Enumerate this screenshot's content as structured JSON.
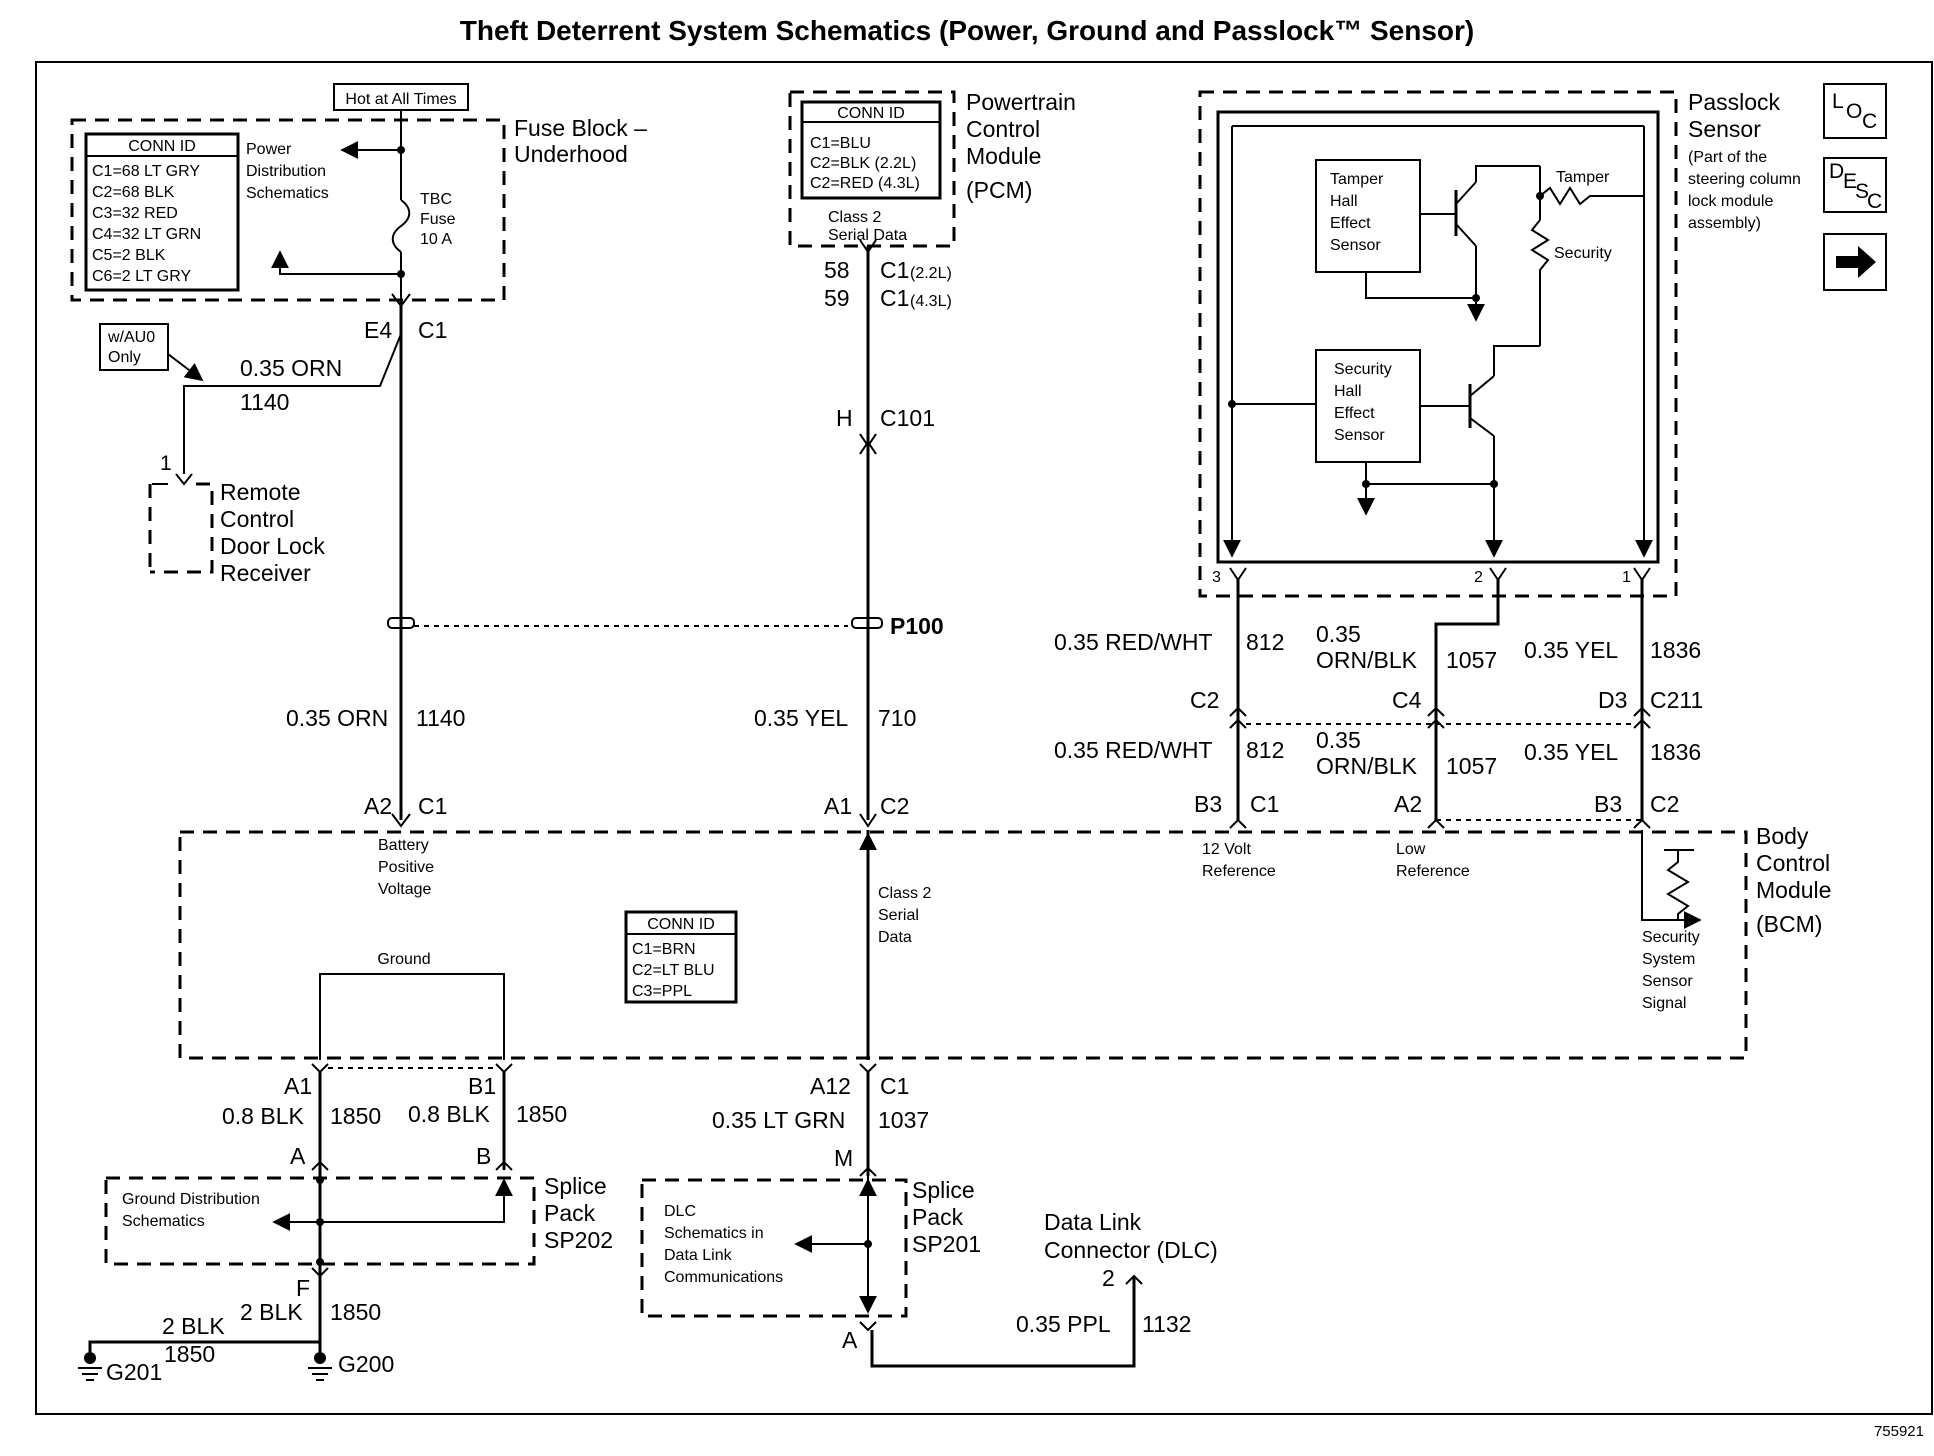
{
  "title": "Theft Deterrent System Schematics (Power, Ground and Passlock™ Sensor)",
  "figure_number": "755921",
  "nav": {
    "loc": "LOC",
    "desc": "DESC"
  },
  "fuse_block": {
    "hot_label": "Hot at All Times",
    "name_line1": "Fuse Block –",
    "name_line2": "Underhood",
    "conn_title": "CONN ID",
    "conn": [
      "C1=68 LT GRY",
      "C2=68 BLK",
      "C3=32 RED",
      "C4=32 LT GRN",
      "C5=2 BLK",
      "C6=2 LT GRY"
    ],
    "power_dist": [
      "Power",
      "Distribution",
      "Schematics"
    ],
    "fuse": [
      "TBC",
      "Fuse",
      "10 A"
    ],
    "pin": "E4",
    "conn_id": "C1"
  },
  "pcm": {
    "name": [
      "Powertrain",
      "Control",
      "Module",
      "(PCM)"
    ],
    "conn_title": "CONN ID",
    "conn": [
      "C1=BLU",
      "C2=BLK (2.2L)",
      "C2=RED (4.3L)"
    ],
    "class2": [
      "Class 2",
      "Serial Data"
    ],
    "pin1": "58",
    "pin1_conn": "C1",
    "pin1_note": "(2.2L)",
    "pin2": "59",
    "pin2_conn": "C1",
    "pin2_note": "(4.3L)"
  },
  "passlock": {
    "name": [
      "Passlock",
      "Sensor"
    ],
    "note": [
      "(Part of the",
      "steering column",
      "lock module",
      "assembly)"
    ],
    "tamper_sensor": [
      "Tamper",
      "Hall",
      "Effect",
      "Sensor"
    ],
    "security_sensor": [
      "Security",
      "Hall",
      "Effect",
      "Sensor"
    ],
    "tamper_res": "Tamper",
    "security_res": "Security",
    "pins": [
      "3",
      "2",
      "1"
    ]
  },
  "remote": {
    "option": [
      "w/AU0",
      "Only"
    ],
    "wire_size": "0.35 ORN",
    "wire_num": "1140",
    "pin": "1",
    "name": [
      "Remote",
      "Control",
      "Door Lock",
      "Receiver"
    ]
  },
  "p100": "P100",
  "c101": {
    "pin": "H",
    "conn": "C101"
  },
  "wires": {
    "w1140": {
      "size": "0.35 ORN",
      "num": "1140"
    },
    "w710": {
      "size": "0.35 YEL",
      "num": "710"
    },
    "w812": {
      "size": "0.35 RED/WHT",
      "num": "812"
    },
    "w1057": {
      "size1": "0.35",
      "size2": "ORN/BLK",
      "num": "1057"
    },
    "w1836": {
      "size": "0.35 YEL",
      "num": "1836"
    },
    "w1850a": {
      "size": "0.8 BLK",
      "num": "1850"
    },
    "w1850b": {
      "size": "0.8 BLK",
      "num": "1850"
    },
    "w1037": {
      "size": "0.35 LT GRN",
      "num": "1037"
    },
    "w1850f": {
      "size": "2 BLK",
      "num": "1850"
    },
    "w1850g": {
      "size": "2 BLK",
      "num": "1850"
    },
    "w1132": {
      "size": "0.35 PPL",
      "num": "1132"
    }
  },
  "c211": {
    "c2": "C2",
    "c4": "C4",
    "d3": "D3",
    "name": "C211"
  },
  "bcm": {
    "name": [
      "Body",
      "Control",
      "Module",
      "(BCM)"
    ],
    "conn_title": "CONN ID",
    "conn": [
      "C1=BRN",
      "C2=LT BLU",
      "C3=PPL"
    ],
    "a2": "A2",
    "a2c": "C1",
    "a1": "A1",
    "a1c": "C2",
    "b3": "B3",
    "b3c": "C1",
    "a2b": "A2",
    "b3b": "B3",
    "b3bc": "C2",
    "batt": [
      "Battery",
      "Positive",
      "Voltage"
    ],
    "class2": [
      "Class 2",
      "Serial",
      "Data"
    ],
    "ref12": [
      "12 Volt",
      "Reference"
    ],
    "lowref": [
      "Low",
      "Reference"
    ],
    "secsig": [
      "Security",
      "System",
      "Sensor",
      "Signal"
    ],
    "ground": "Ground",
    "pinA1": "A1",
    "pinB1": "B1",
    "pinA12": "A12",
    "pinC1": "C1"
  },
  "sp202": {
    "name": [
      "Splice",
      "Pack",
      "SP202"
    ],
    "desc": [
      "Ground Distribution",
      "Schematics"
    ],
    "pinA": "A",
    "pinB": "B",
    "pinF": "F"
  },
  "sp201": {
    "name": [
      "Splice",
      "Pack",
      "SP201"
    ],
    "desc": [
      "DLC",
      "Schematics in",
      "Data Link",
      "Communications"
    ],
    "pinM": "M",
    "pinA": "A"
  },
  "dlc": {
    "name": [
      "Data Link",
      "Connector (DLC)"
    ],
    "pin": "2"
  },
  "grounds": {
    "g201": "G201",
    "g200": "G200"
  }
}
